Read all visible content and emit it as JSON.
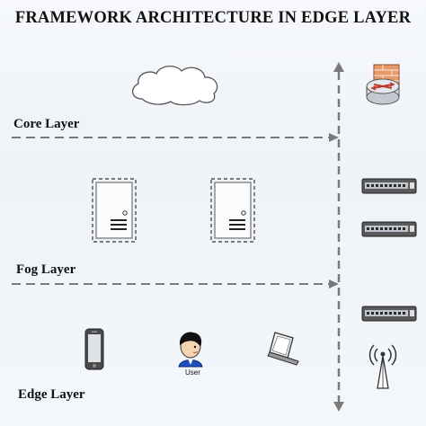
{
  "title": "FRAMEWORK ARCHITECTURE IN EDGE LAYER",
  "layers": {
    "core": "Core Layer",
    "fog": "Fog Layer",
    "edge": "Edge Layer"
  },
  "user_label": "User",
  "icons": {
    "cloud": "cloud-icon",
    "router": "router-firewall-icon",
    "server": "server-icon",
    "switch": "network-switch-icon",
    "phone": "mobile-phone-icon",
    "user": "user-avatar-icon",
    "laptop": "laptop-icon",
    "tower": "wireless-antenna-icon"
  },
  "colors": {
    "arrow": "#7a7a7a",
    "text": "#111111",
    "router_accent": "#d9534f",
    "switch_body": "#5a5a5a"
  }
}
